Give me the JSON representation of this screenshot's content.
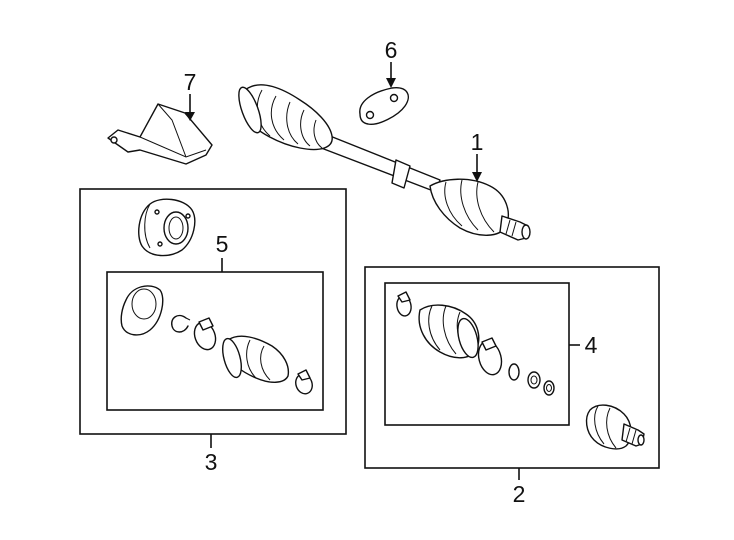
{
  "callouts": {
    "c1": "1",
    "c2": "2",
    "c3": "3",
    "c4": "4",
    "c5": "5",
    "c6": "6",
    "c7": "7"
  },
  "parts": [
    {
      "callout": "1",
      "icon": "axle-shaft-assembly-icon"
    },
    {
      "callout": "2",
      "icon": "outer-cv-joint-kit-icon"
    },
    {
      "callout": "3",
      "icon": "inner-cv-joint-kit-icon"
    },
    {
      "callout": "4",
      "icon": "outer-boot-kit-icon"
    },
    {
      "callout": "5",
      "icon": "inner-boot-kit-icon"
    },
    {
      "callout": "6",
      "icon": "retaining-plate-icon"
    },
    {
      "callout": "7",
      "icon": "heat-shield-icon"
    }
  ]
}
